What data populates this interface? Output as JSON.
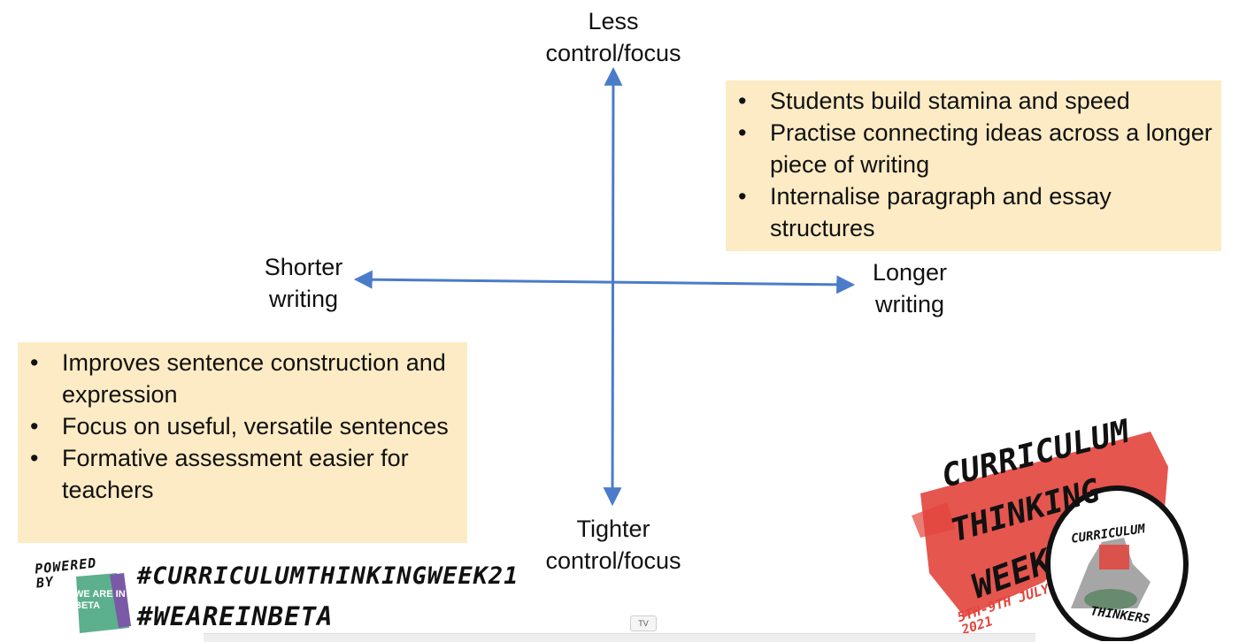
{
  "axes": {
    "top_label": [
      "Less",
      "control/focus"
    ],
    "bottom_label": [
      "Tighter",
      "control/focus"
    ],
    "left_label": [
      "Shorter",
      "writing"
    ],
    "right_label": [
      "Longer",
      "writing"
    ],
    "arrow_color": "#4a7cc9"
  },
  "boxes": {
    "top_right": {
      "items": [
        "Students build stamina and speed",
        "Practise connecting ideas across a longer piece of writing",
        "Internalise paragraph and essay structures"
      ]
    },
    "bottom_left": {
      "items": [
        "Improves sentence construction and expression",
        "Focus on useful, versatile sentences",
        "Formative assessment easier for teachers"
      ]
    },
    "fill_color": "#fcebc4"
  },
  "branding": {
    "powered_by": [
      "POWERED",
      "BY"
    ],
    "beta_logo_text": "WE ARE IN BETA",
    "hashtag1": "#CURRICULUMTHINKINGWEEK21",
    "hashtag2": "#WEAREINBETA",
    "cw_words": [
      "CURRICULUM",
      "THINKING",
      "WEEK"
    ],
    "cw_dates": "5TH-9TH JULY 2021",
    "badge_top": "CURRICULUM",
    "badge_bottom": "THINKERS",
    "brand_red": "#e2443c",
    "beta_green": "#5db08d",
    "beta_purple": "#7a5aa6"
  },
  "player": {
    "tv_badge": "TV"
  }
}
